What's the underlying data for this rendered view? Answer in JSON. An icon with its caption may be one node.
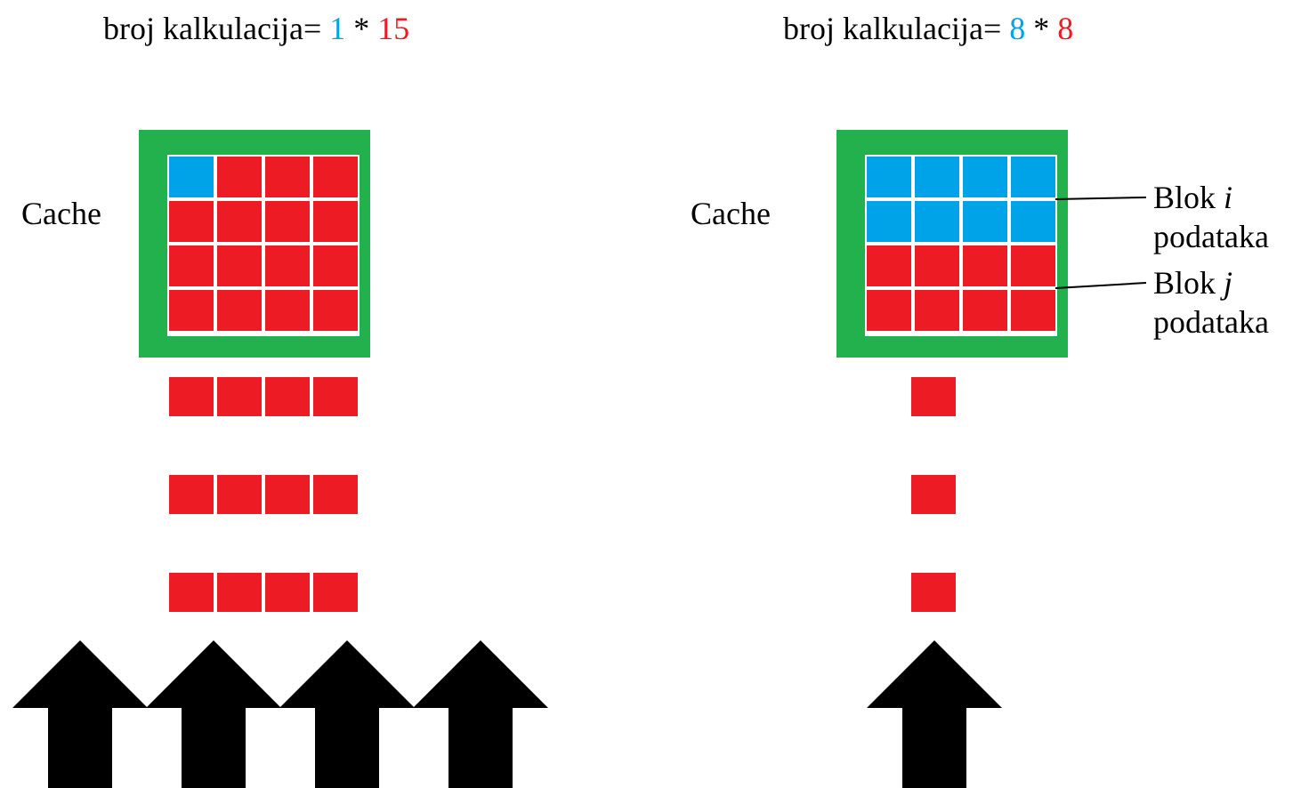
{
  "diagram": {
    "nodes": [
      {
        "text": [
          "Blok *i* podataka"
        ]
      },
      {
        "text": [],
        "shape": "box"
      },
      {
        "text": [
          "Blok *j* podataka"
        ]
      },
      {
        "text": [],
        "shape": "box"
      }
    ],
    "edges": [
      {
        "from": 0,
        "to": 1,
        "arrow": "none"
      },
      {
        "from": 2,
        "to": 3,
        "arrow": "none"
      }
    ],
    "labels": [
      "broj kalkulacija=",
      "1",
      "*",
      "15",
      "broj kalkulacija=",
      "8",
      "*",
      "8",
      "Cache",
      "Cache"
    ]
  }
}
